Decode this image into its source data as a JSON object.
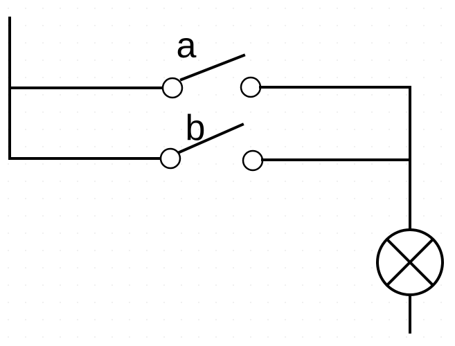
{
  "diagram": {
    "switches": [
      {
        "id": "a",
        "label": "a",
        "state": "open"
      },
      {
        "id": "b",
        "label": "b",
        "state": "open"
      }
    ],
    "connection": "parallel",
    "load": {
      "type": "lamp",
      "symbol": "circle-with-cross"
    },
    "colors": {
      "stroke": "#000000",
      "background": "#ffffff",
      "grid_dot": "#e6e6e6"
    }
  }
}
